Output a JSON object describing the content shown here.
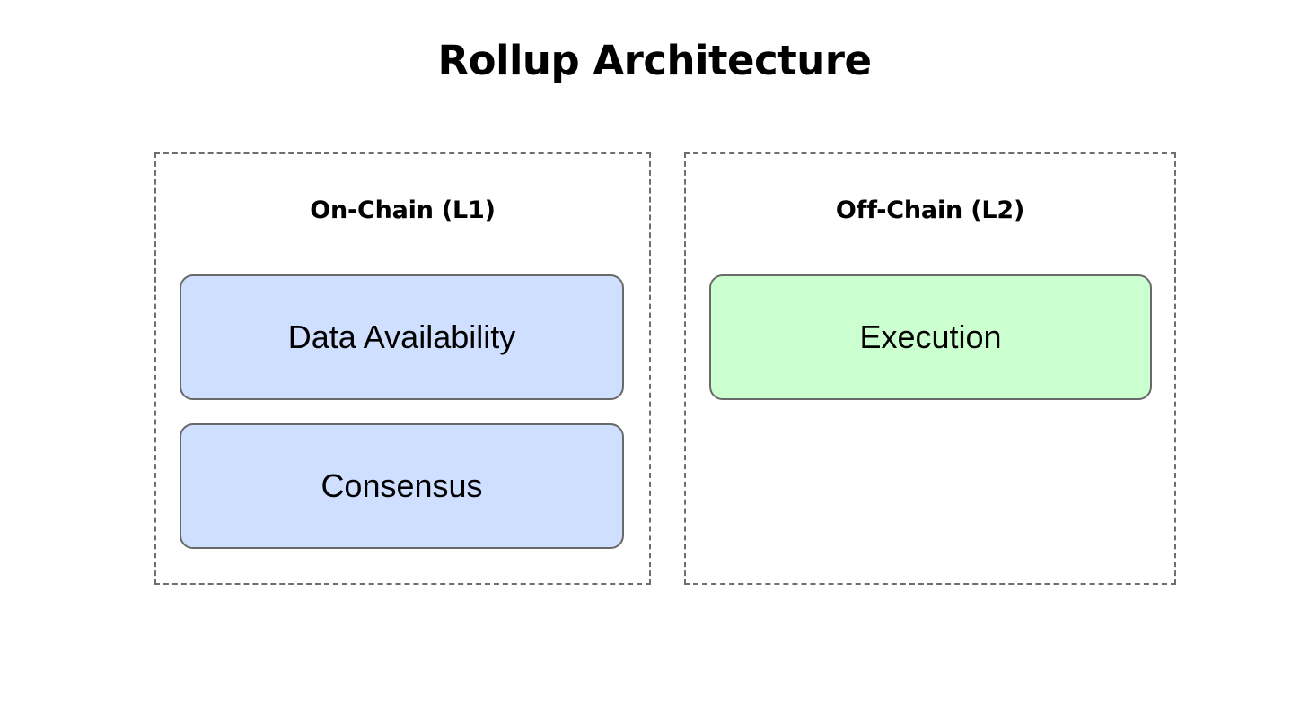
{
  "diagram": {
    "title": "Rollup Architecture",
    "background_color": "#ffffff",
    "type": "block-diagram",
    "groups": [
      {
        "id": "l1",
        "label": "On-Chain (L1)",
        "border_style": "dashed",
        "border_color": "#6e6e6e",
        "nodes": [
          {
            "id": "data-availability",
            "label": "Data Availability",
            "fill_color": "#cfdfff",
            "border_color": "#696969"
          },
          {
            "id": "consensus",
            "label": "Consensus",
            "fill_color": "#cfdfff",
            "border_color": "#696969"
          }
        ]
      },
      {
        "id": "l2",
        "label": "Off-Chain (L2)",
        "border_style": "dashed",
        "border_color": "#6e6e6e",
        "nodes": [
          {
            "id": "execution",
            "label": "Execution",
            "fill_color": "#ccffd0",
            "border_color": "#696969"
          }
        ]
      }
    ]
  }
}
